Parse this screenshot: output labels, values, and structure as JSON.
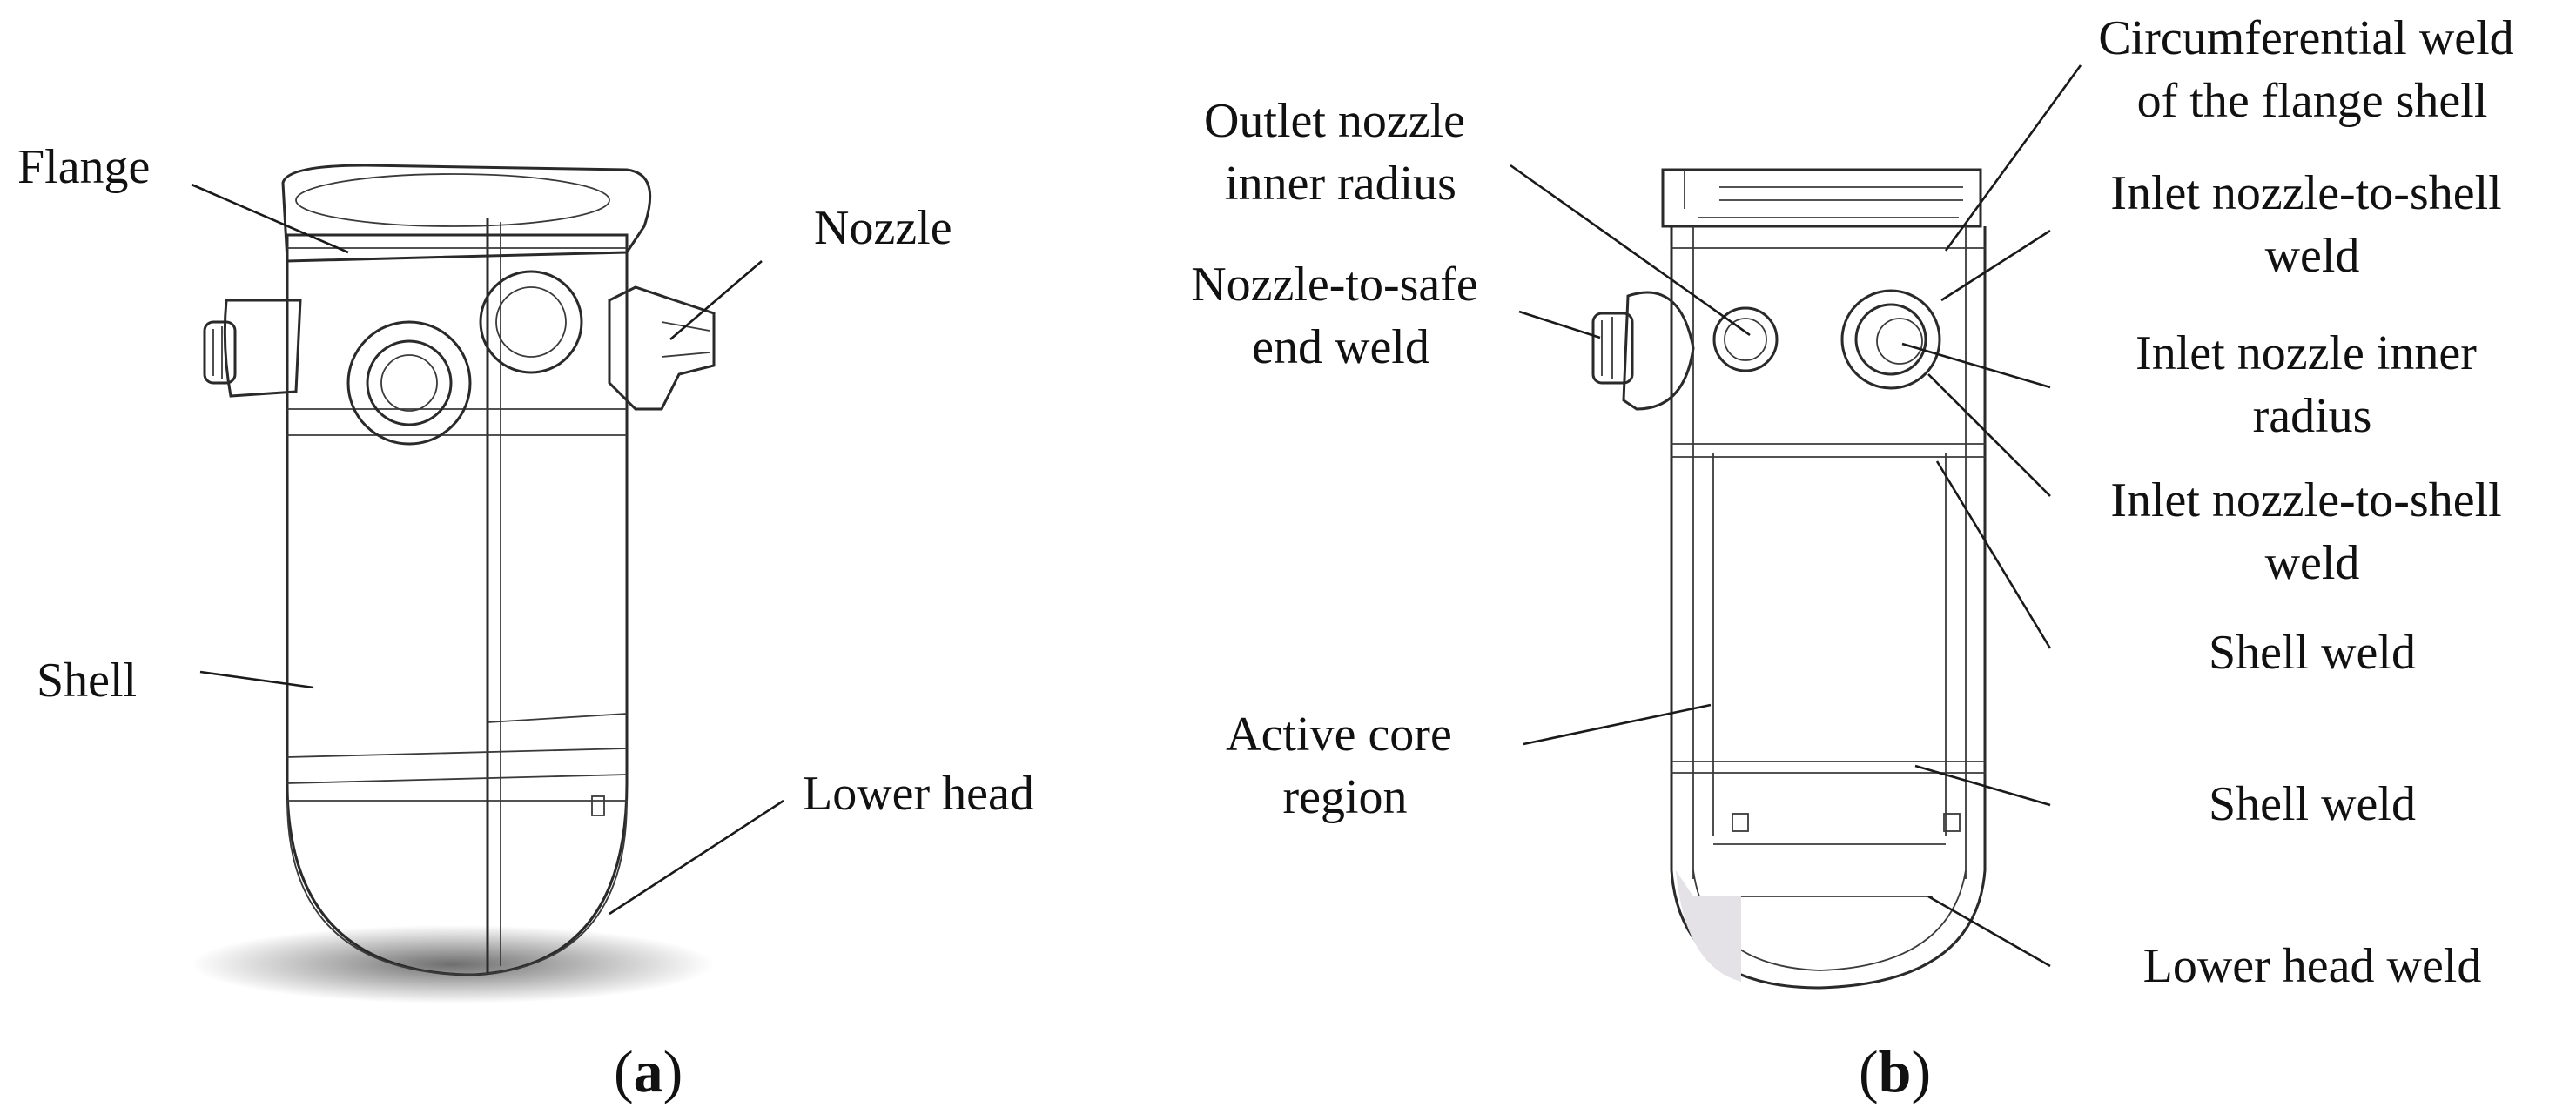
{
  "figure_a": {
    "caption_letter": "a",
    "labels": {
      "flange": "Flange",
      "nozzle": "Nozzle",
      "shell": "Shell",
      "lower_head": "Lower head"
    }
  },
  "figure_b": {
    "caption_letter": "b",
    "labels": {
      "circ_weld_1": "Circumferential weld",
      "circ_weld_2": "of the flange shell",
      "outlet_radius_1": "Outlet nozzle",
      "outlet_radius_2": "inner radius",
      "safe_end_1": "Nozzle-to-safe",
      "safe_end_2": "end weld",
      "inlet_weld_a_1": "Inlet nozzle-to-shell",
      "inlet_weld_a_2": "weld",
      "inlet_radius_1": "Inlet nozzle inner",
      "inlet_radius_2": "radius",
      "inlet_weld_b_1": "Inlet nozzle-to-shell",
      "inlet_weld_b_2": "weld",
      "active_core_1": "Active core",
      "active_core_2": "region",
      "shell_weld_1": "Shell weld",
      "shell_weld_2": "Shell weld",
      "lower_head_weld": "Lower head weld"
    }
  },
  "colors": {
    "ink": "#111111",
    "shade": "#d9d6de",
    "inner": "#f1e9f6"
  }
}
